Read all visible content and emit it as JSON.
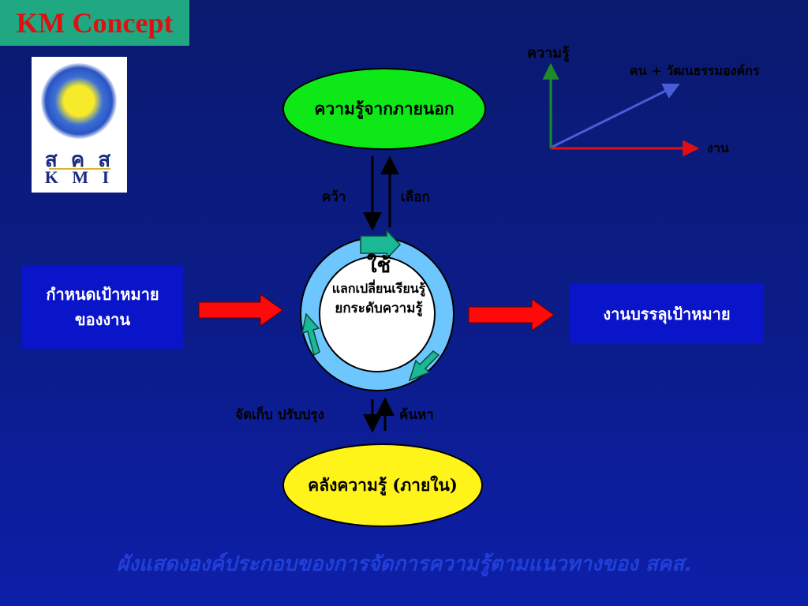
{
  "title": "KM Concept",
  "logo": {
    "thai_text": "ส ค ส",
    "latin_text": "K M I"
  },
  "top_ellipse": "ความรู้จากภายนอก",
  "bottom_ellipse": "คลังความรู้ (ภายใน)",
  "left_box": {
    "line1": "กำหนดเป้าหมาย",
    "line2": "ของงาน"
  },
  "right_box": "งานบรรลุเป้าหมาย",
  "arrow_labels": {
    "grab": "คว้า",
    "choose": "เลือก",
    "store": "จัดเก็บ  ปรับปรุง",
    "search": "ค้นหา"
  },
  "center": {
    "use": "ใช้",
    "exchange": "แลกเปลี่ยนเรียนรู้",
    "upgrade": "ยกระดับความรู้"
  },
  "axes": {
    "y_label": "ความรู้",
    "x_label": "งาน",
    "diagonal_label": "คน + วัฒนธรรมองค์กร"
  },
  "caption": "ผังแสดงองค์ประกอบของการจัดการความรู้ตามแนวทางของ สคส.",
  "colors": {
    "background": "#0b1c8a",
    "title_bg": "#1fa882",
    "title_text": "#e01010",
    "top_ellipse": "#0ee816",
    "bottom_ellipse": "#fff41a",
    "boxes": "#0a14c8",
    "arrows_red": "#ff0a0a",
    "ring": "#6ec6ff",
    "cycle_arrows": "#1ab894"
  }
}
